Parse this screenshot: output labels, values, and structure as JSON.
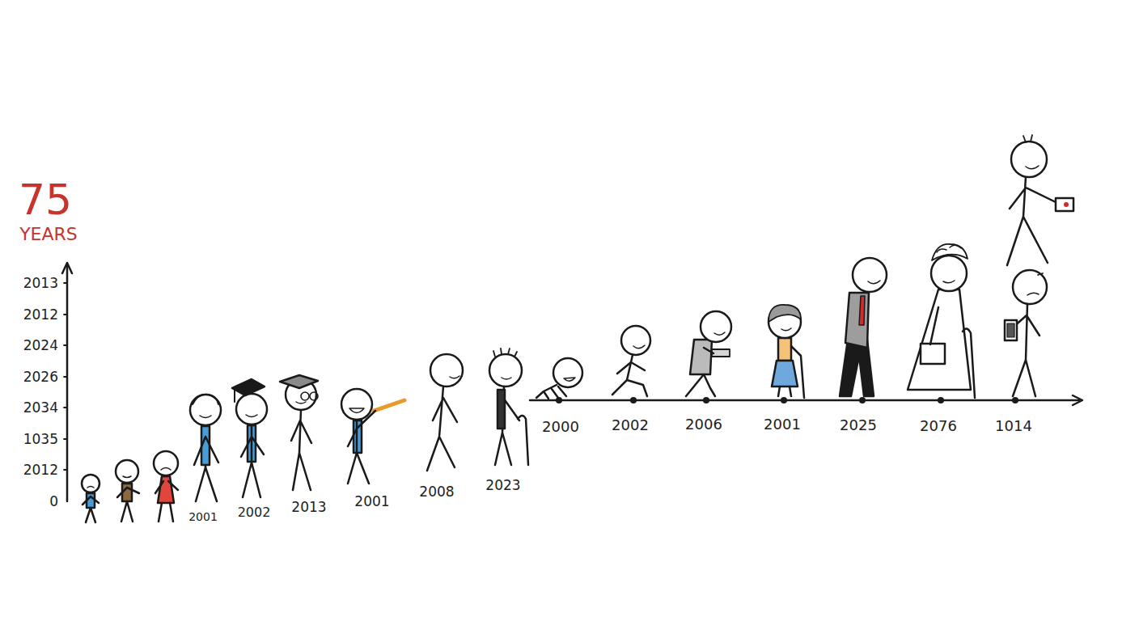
{
  "diagram": {
    "labels": [
      "75",
      "YEARS",
      "2013",
      "2012",
      "2024",
      "2026",
      "2034",
      "1035",
      "2012",
      "0",
      "2001",
      "2002",
      "2013",
      "2001",
      "2008",
      "2023",
      "2000",
      "2002",
      "2006",
      "2001",
      "2025",
      "2076",
      "1014"
    ]
  }
}
